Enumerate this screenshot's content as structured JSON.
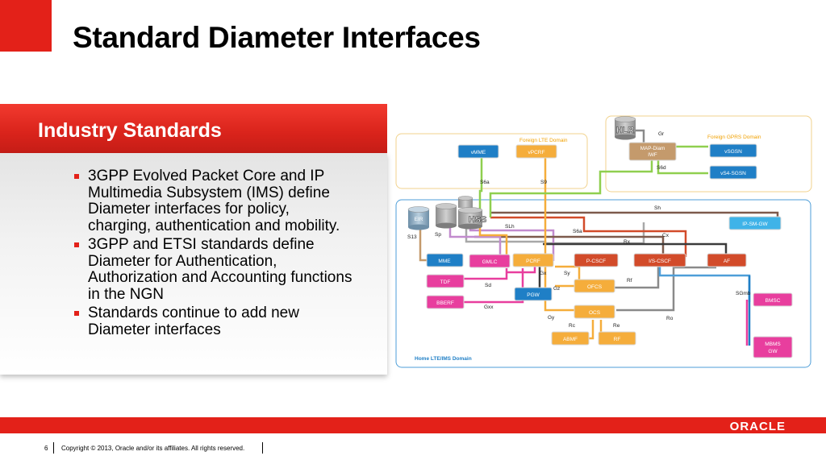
{
  "header": {
    "title": "Standard Diameter Interfaces"
  },
  "section": {
    "title": "Industry Standards"
  },
  "bullets": [
    "3GPP Evolved Packet Core and IP Multimedia Subsystem (IMS) define Diameter interfaces for policy, charging, authentication and mobility.",
    "3GPP and ETSI standards define Diameter for Authentication, Authorization and Accounting functions in the NGN",
    "Standards continue to add new Diameter interfaces"
  ],
  "diagram": {
    "domains": {
      "foreign_lte": "Foreign LTE Domain",
      "foreign_gprs": "Foreign GPRS Domain",
      "home": "Home LTE/IMS Domain"
    },
    "nodes": {
      "vmme": "vMME",
      "vpcrf": "vPCRF",
      "hlr": "HLR",
      "map_diam": "MAP-Diam",
      "map_iwf": "IWF",
      "vsgsn": "vSGSN",
      "vs4sgsn": "vS4-SGSN",
      "eir": "EIR",
      "hss": "HSS",
      "ipsmgw": "IP-SM-GW",
      "mme": "MME",
      "gmlc": "GMLC",
      "pcrf": "PCRF",
      "pcscf": "P-CSCF",
      "iscscf": "I/S-CSCF",
      "af": "AF",
      "tdf": "TDF",
      "bberf": "BBERF",
      "pgw": "PGW",
      "ofcs": "OFCS",
      "ocs": "OCS",
      "abmf": "ABMF",
      "rf": "RF",
      "bmsc": "BMSC",
      "mbms": "MBMS",
      "gw": "GW"
    },
    "interfaces": {
      "gr": "Gr",
      "s6d": "S6d",
      "s6a_foreign": "S6a",
      "s9": "S9",
      "sh": "Sh",
      "slh": "SLh",
      "s6a": "S6a",
      "s13": "S13",
      "sp": "Sp",
      "cx": "Cx",
      "rx": "Rx",
      "gx": "Gx",
      "sy": "Sy",
      "sd": "Sd",
      "gz": "Gz",
      "rf": "Rf",
      "gxx": "Gxx",
      "gy": "Gy",
      "rc": "Rc",
      "re": "Re",
      "ro": "Ro",
      "sgmb": "SGmb"
    }
  },
  "footer": {
    "page": "6",
    "copyright": "Copyright © 2013, Oracle and/or its affiliates. All rights reserved.",
    "logo": "ORACLE"
  },
  "colors": {
    "brand_red": "#e32119",
    "node_blue": "#1f7fc6",
    "node_red": "#d24b2a",
    "node_orange": "#f5ad3b",
    "node_pink": "#e83e9e",
    "node_tan": "#c49a6c",
    "node_lightblue": "#3fb3e8"
  }
}
